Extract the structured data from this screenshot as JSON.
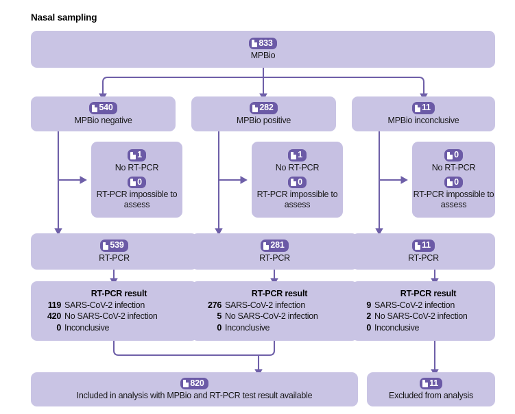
{
  "section": {
    "title": "Nasal sampling"
  },
  "colors": {
    "box_fill": "#c9c4e4",
    "badge_fill": "#6b5aa6",
    "connector": "#6e5fa8",
    "text": "#161616"
  },
  "icon": {
    "count_icon": "document-icon"
  },
  "nodes": {
    "root": {
      "count": "833",
      "label": "MPBio"
    },
    "mpbio_negative": {
      "count": "540",
      "label": "MPBio negative"
    },
    "mpbio_positive": {
      "count": "282",
      "label": "MPBio positive"
    },
    "mpbio_inconclusive": {
      "count": "11",
      "label": "MPBio inconclusive"
    },
    "excl_left": {
      "count_a": "1",
      "label_a": "No RT-PCR",
      "count_b": "0",
      "label_b": "RT-PCR impossible to assess"
    },
    "excl_mid": {
      "count_a": "1",
      "label_a": "No RT-PCR",
      "count_b": "0",
      "label_b": "RT-PCR impossible to assess"
    },
    "excl_right": {
      "count_a": "0",
      "label_a": "No RT-PCR",
      "count_b": "0",
      "label_b": "RT-PCR impossible to assess"
    },
    "rtpcr_left": {
      "count": "539",
      "label": "RT-PCR"
    },
    "rtpcr_mid": {
      "count": "281",
      "label": "RT-PCR"
    },
    "rtpcr_right": {
      "count": "11",
      "label": "RT-PCR"
    },
    "result_left": {
      "title": "RT-PCR result",
      "rows": [
        {
          "n": "119",
          "label": "SARS-CoV-2 infection"
        },
        {
          "n": "420",
          "label": "No SARS-CoV-2 infection"
        },
        {
          "n": "0",
          "label": "Inconclusive"
        }
      ]
    },
    "result_mid": {
      "title": "RT-PCR result",
      "rows": [
        {
          "n": "276",
          "label": "SARS-CoV-2 infection"
        },
        {
          "n": "5",
          "label": "No SARS-CoV-2 infection"
        },
        {
          "n": "0",
          "label": "Inconclusive"
        }
      ]
    },
    "result_right": {
      "title": "RT-PCR result",
      "rows": [
        {
          "n": "9",
          "label": "SARS-CoV-2 infection"
        },
        {
          "n": "2",
          "label": "No SARS-CoV-2 infection"
        },
        {
          "n": "0",
          "label": "Inconclusive"
        }
      ]
    },
    "included": {
      "count": "820",
      "label": "Included in analysis with MPBio and RT-PCR test result available"
    },
    "excluded": {
      "count": "11",
      "label": "Excluded from analysis"
    }
  }
}
